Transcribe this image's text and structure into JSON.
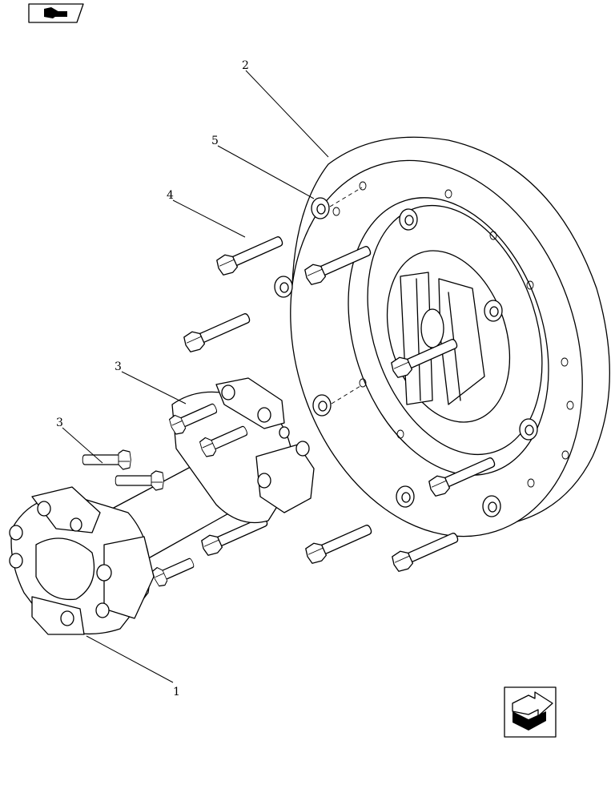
{
  "callouts": {
    "c1": "1",
    "c2": "2",
    "c3a": "3",
    "c3b": "3",
    "c4": "4",
    "c5": "5"
  },
  "icons": {
    "top_left": "back-to-index-icon",
    "bottom_right": "next-page-arrow-icon"
  }
}
